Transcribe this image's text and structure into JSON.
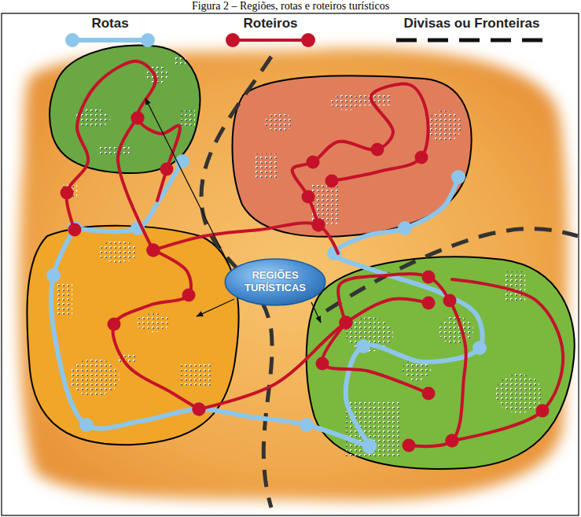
{
  "diagram": {
    "title": "Figura 2 – Regiões, rotas e roteiros turísticos",
    "nodes": [
      {
        "text": [
          "REGIÕES TURÍSTICAS"
        ]
      }
    ],
    "legend": [
      {
        "text": "Rotas"
      },
      {
        "text": "Roteiros"
      },
      {
        "text": "Divisas ou Fronteiras"
      }
    ]
  }
}
